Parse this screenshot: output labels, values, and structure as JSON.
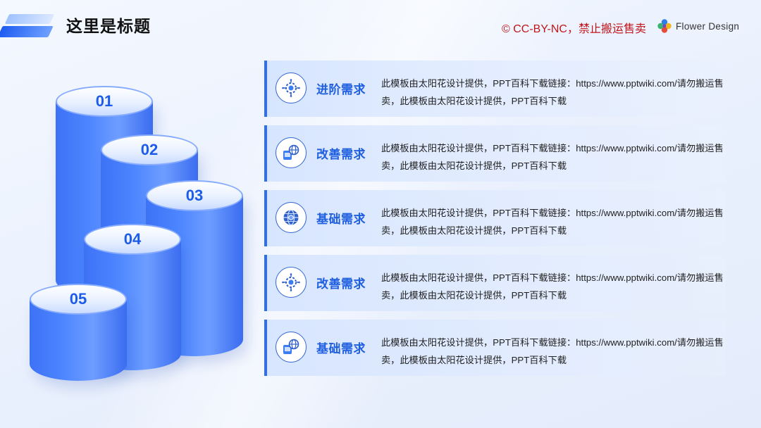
{
  "header": {
    "title": "这里是标题",
    "license": "© CC-BY-NC，禁止搬运售卖",
    "brand": "Flower Design"
  },
  "cylinders": [
    {
      "label": "01"
    },
    {
      "label": "02"
    },
    {
      "label": "03"
    },
    {
      "label": "04"
    },
    {
      "label": "05"
    }
  ],
  "items": [
    {
      "icon": "gear-circuit-icon",
      "title": "进阶需求",
      "desc": "此模板由太阳花设计提供，PPT百科下载链接：https://www.pptwiki.com/请勿搬运售卖，此模板由太阳花设计提供，PPT百科下载"
    },
    {
      "icon": "device-globe-icon",
      "title": "改善需求",
      "desc": "此模板由太阳花设计提供，PPT百科下载链接：https://www.pptwiki.com/请勿搬运售卖，此模板由太阳花设计提供，PPT百科下载"
    },
    {
      "icon": "globe-network-icon",
      "title": "基础需求",
      "desc": "此模板由太阳花设计提供，PPT百科下载链接：https://www.pptwiki.com/请勿搬运售卖，此模板由太阳花设计提供，PPT百科下载"
    },
    {
      "icon": "gear-circuit-icon",
      "title": "改善需求",
      "desc": "此模板由太阳花设计提供，PPT百科下载链接：https://www.pptwiki.com/请勿搬运售卖，此模板由太阳花设计提供，PPT百科下载"
    },
    {
      "icon": "device-globe-icon",
      "title": "基础需求",
      "desc": "此模板由太阳花设计提供，PPT百科下载链接：https://www.pptwiki.com/请勿搬运售卖，此模板由太阳花设计提供，PPT百科下载"
    }
  ],
  "colors": {
    "accent": "#1f5fe0",
    "license": "#c0161c",
    "cylinder": "#4d86ff"
  }
}
